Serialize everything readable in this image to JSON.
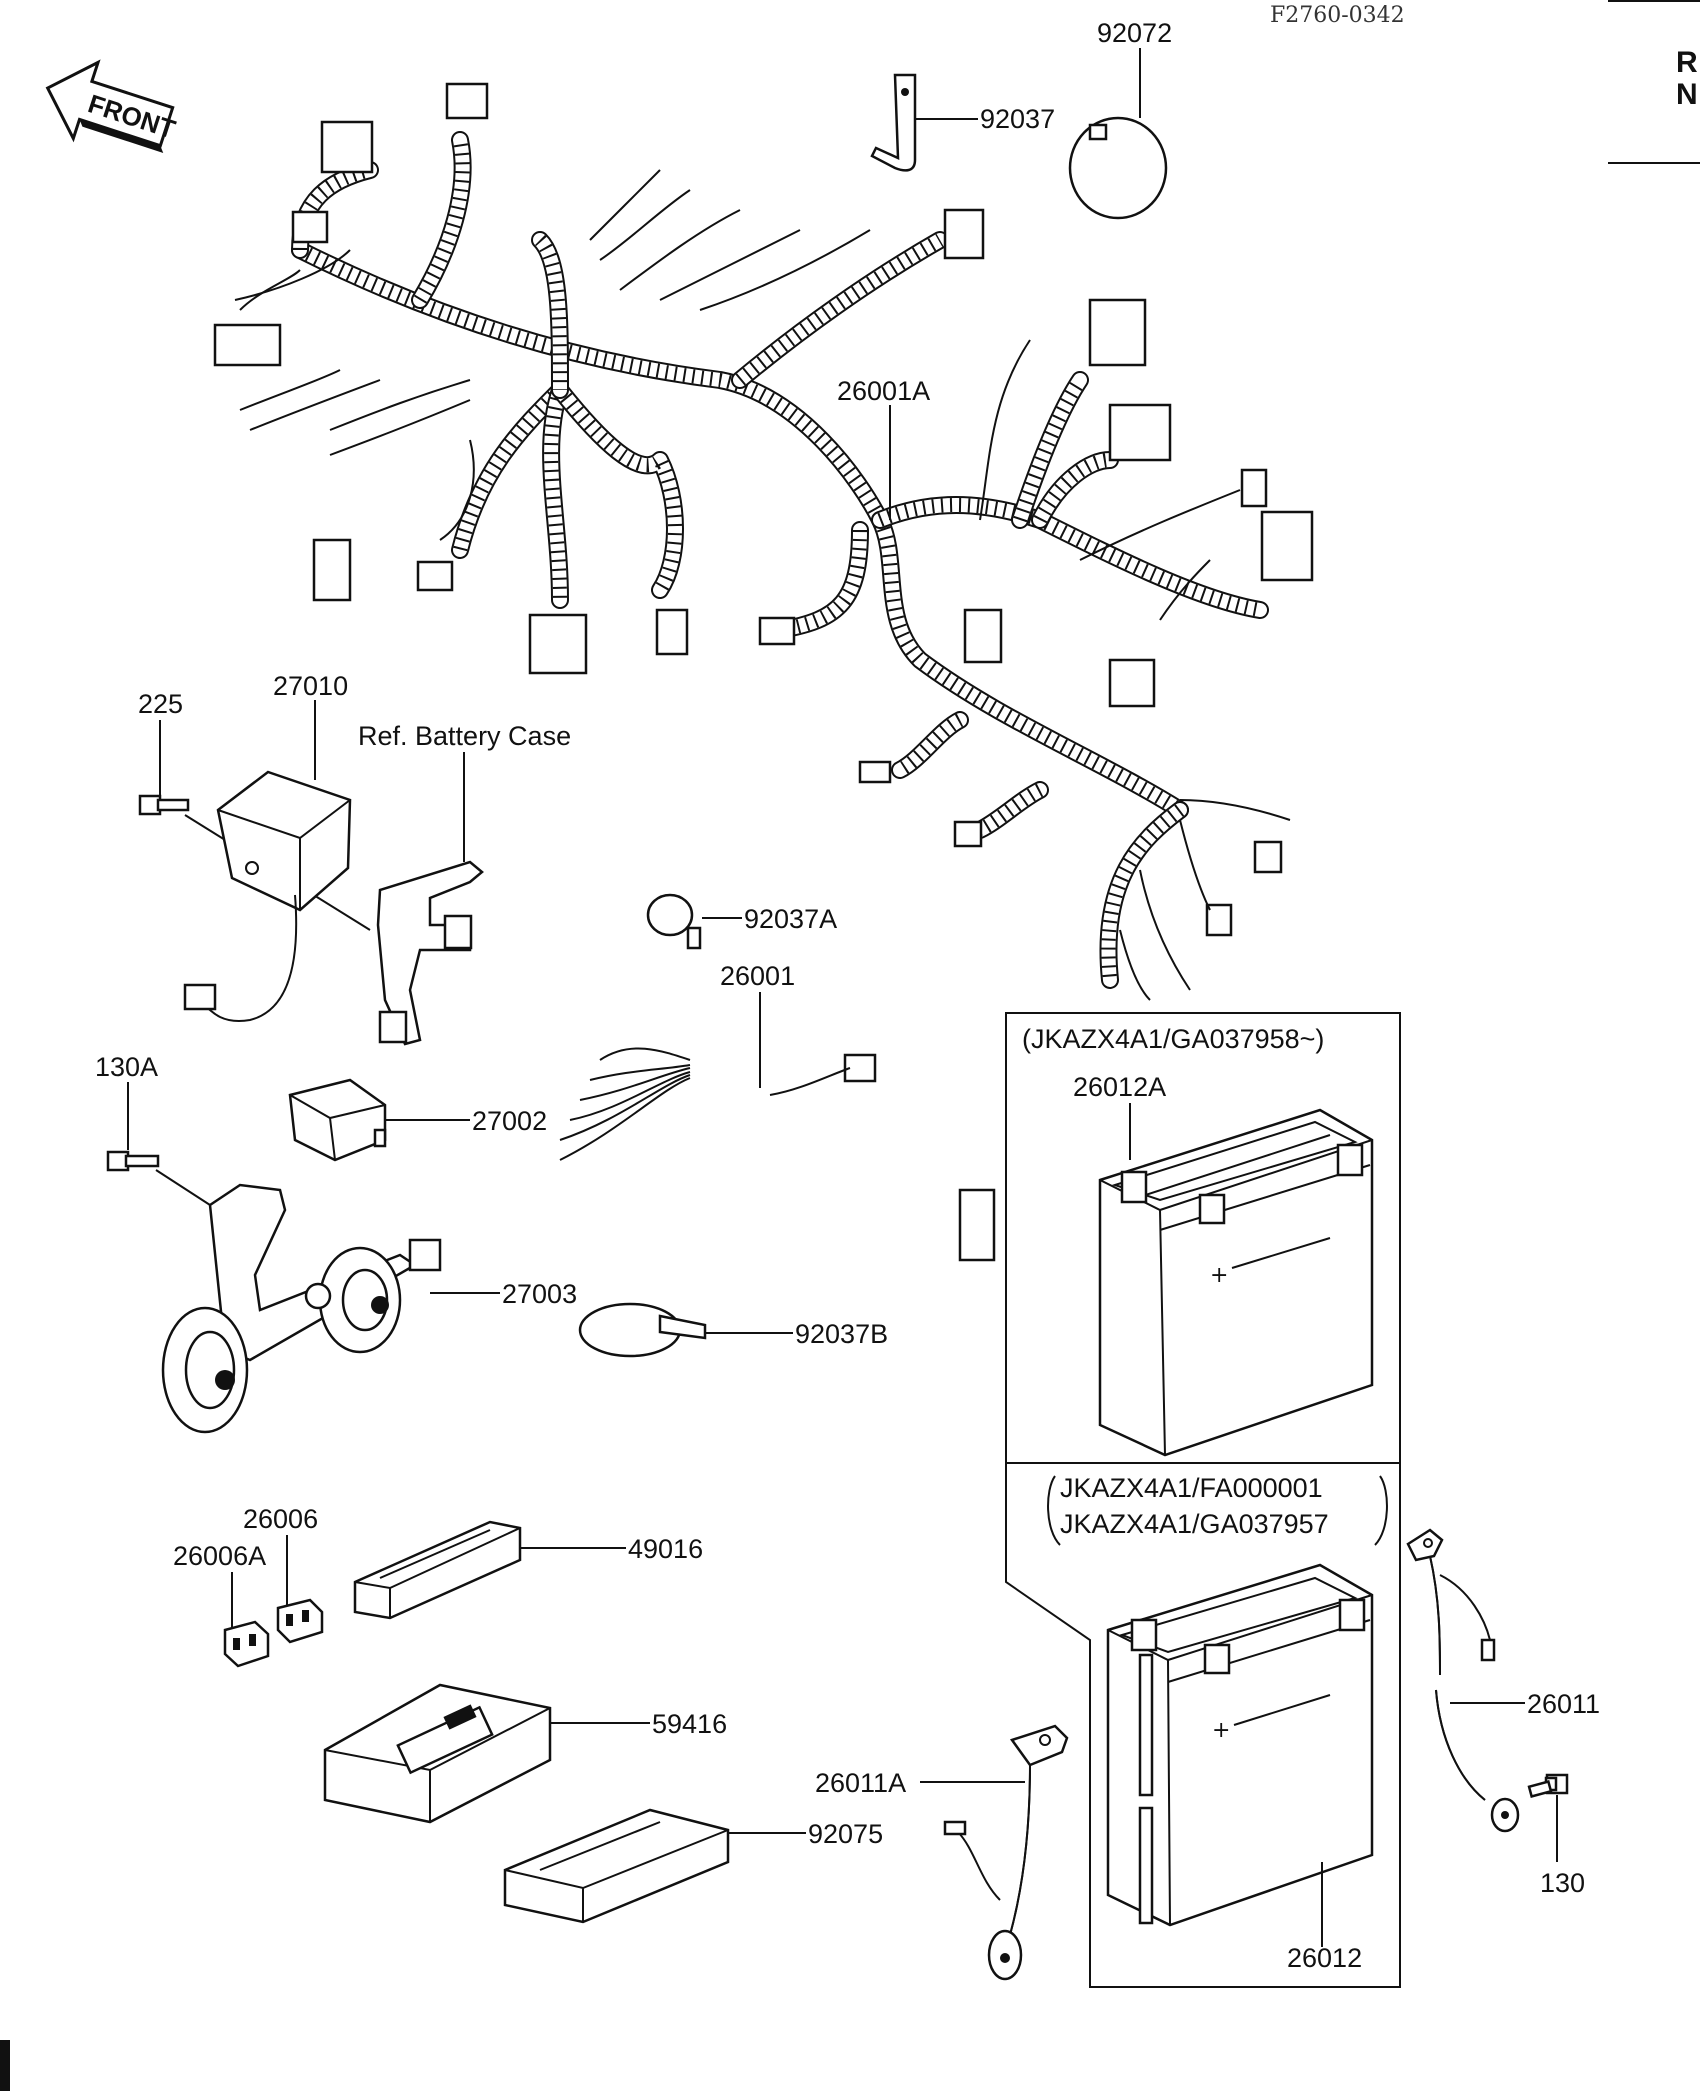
{
  "header": {
    "ref_code": "F2760-0342"
  },
  "edge_text": {
    "char1": "R",
    "char2": "N"
  },
  "front_arrow": {
    "label": "FRONT"
  },
  "parts": {
    "p92072": "92072",
    "p92037": "92037",
    "p26001A": "26001A",
    "p225": "225",
    "p27010": "27010",
    "ref_battery_case": "Ref. Battery Case",
    "p92037A": "92037A",
    "p26001": "26001",
    "p130A": "130A",
    "p27002": "27002",
    "p27003": "27003",
    "p92037B": "92037B",
    "p26006": "26006",
    "p26006A": "26006A",
    "p49016": "49016",
    "p59416": "59416",
    "p92075": "92075",
    "p26011A": "26011A",
    "p26011": "26011",
    "p130": "130",
    "p26012A": "26012A",
    "p26012": "26012"
  },
  "variants": {
    "upper": "(JKAZX4A1/GA037958~)",
    "lower_line1": "JKAZX4A1/FA000001",
    "lower_line2": "JKAZX4A1/GA037957"
  }
}
